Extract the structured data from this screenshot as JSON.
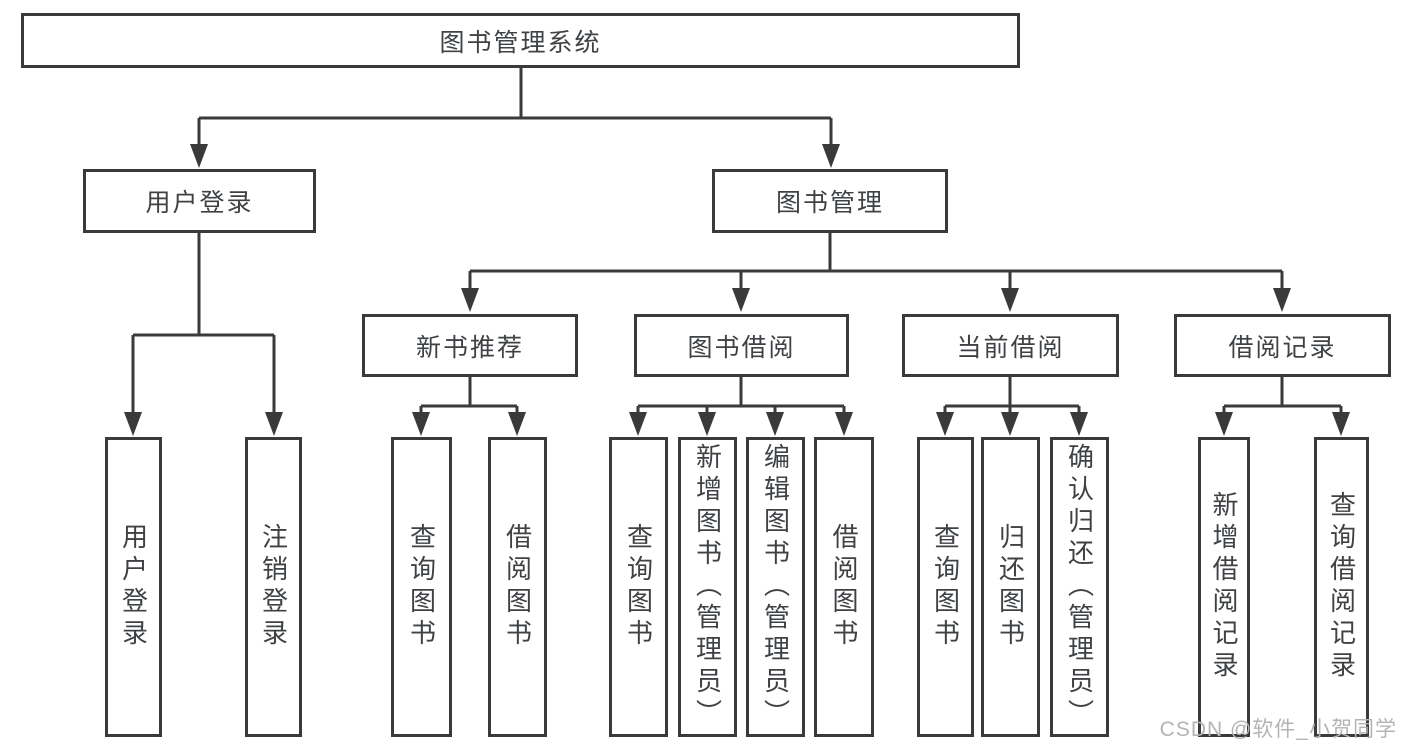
{
  "title": "图书管理系统",
  "l2": [
    {
      "label": "用户登录"
    },
    {
      "label": "图书管理"
    }
  ],
  "l3": [
    {
      "label": "新书推荐"
    },
    {
      "label": "图书借阅"
    },
    {
      "label": "当前借阅"
    },
    {
      "label": "借阅记录"
    }
  ],
  "leaves": {
    "userLogin": [
      {
        "label": "用户登录"
      },
      {
        "label": "注销登录"
      }
    ],
    "newBook": [
      {
        "label": "查询图书"
      },
      {
        "label": "借阅图书"
      }
    ],
    "bookBorrow": [
      {
        "label": "查询图书"
      },
      {
        "label": "新增图书（管理员）"
      },
      {
        "label": "编辑图书（管理员）"
      },
      {
        "label": "借阅图书"
      }
    ],
    "currentBorrow": [
      {
        "label": "查询图书"
      },
      {
        "label": "归还图书"
      },
      {
        "label": "确认归还（管理员）"
      }
    ],
    "borrowRecord": [
      {
        "label": "新增借阅记录"
      },
      {
        "label": "查询借阅记录"
      }
    ]
  },
  "watermark": "CSDN @软件_小贺同学",
  "colors": {
    "line": "#3a3a3a",
    "text": "#3f4245",
    "watermark": "#b4b4b4",
    "bg": "#ffffff"
  }
}
